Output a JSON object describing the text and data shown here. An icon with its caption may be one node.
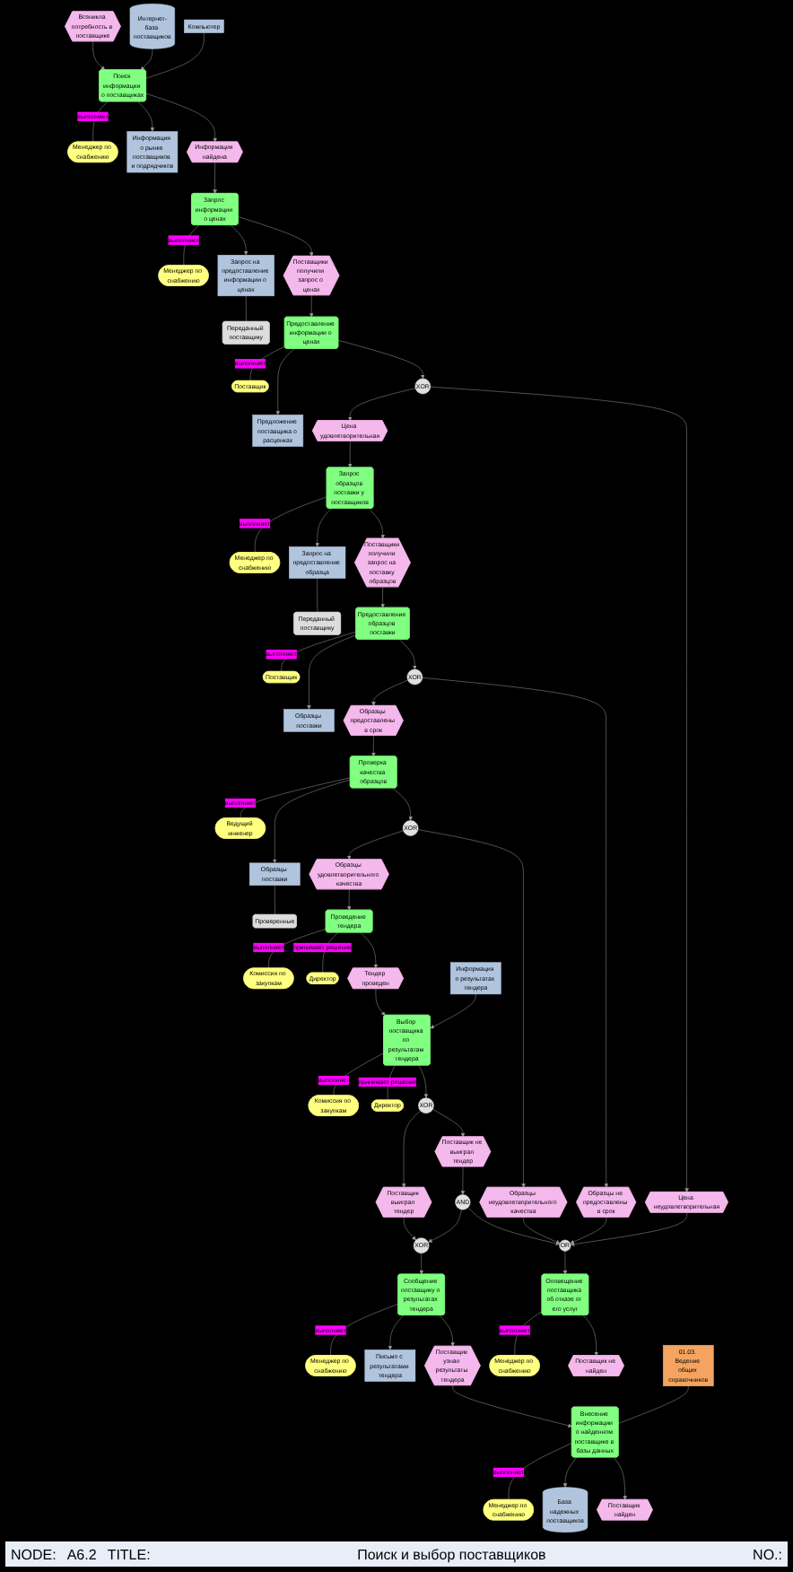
{
  "diagram": {
    "title": "Поиск и выбор поставщиков",
    "nodes": [
      {
        "text": [
          "Возникла потребность в поставщике"
        ]
      },
      {
        "text": [
          "Менеджер по снабжению"
        ]
      },
      {
        "text": [
          "Интернет-база поставщиков"
        ]
      },
      {
        "text": [
          "Поиск информации о поставщиках"
        ]
      },
      {
        "text": [
          "Информация о рынке поставщиков и подрядчиков"
        ]
      },
      {
        "text": [
          "Компьютер"
        ]
      },
      {
        "text": [
          "Информация найдена"
        ]
      },
      {
        "text": [
          "Менеджер по снабжению"
        ]
      },
      {
        "text": [
          "Запрос информации о ценах"
        ]
      },
      {
        "text": [
          "Запрос на предоставление информации о ценах"
        ]
      },
      {
        "text": [
          "Переданный поставщику"
        ]
      },
      {
        "text": [
          "Поставщики получили запрос о ценах"
        ]
      },
      {
        "text": [
          "Поставщик"
        ]
      },
      {
        "text": [
          "Предложение поставщика о расценках"
        ]
      },
      {
        "text": [
          "Предоставление информации о ценах"
        ]
      },
      {
        "text": [
          "XOR"
        ]
      },
      {
        "text": [
          "Цена удовлетворительная"
        ]
      },
      {
        "text": [
          "Цена неудовлетворительная"
        ]
      },
      {
        "text": [
          "Менеджер по снабжению"
        ]
      },
      {
        "text": [
          "Запрос образцов поставки у поставщиков"
        ]
      },
      {
        "text": [
          "Запрос на предоставление образца"
        ]
      },
      {
        "text": [
          "Переданный поставщику"
        ]
      },
      {
        "text": [
          "Поставщики получили запрос на поставку образцов"
        ]
      },
      {
        "text": [
          "Образцы поставки"
        ]
      },
      {
        "text": [
          "Предоставление образцов поставки"
        ]
      },
      {
        "text": [
          "Поставщик"
        ]
      },
      {
        "text": [
          "XOR"
        ]
      },
      {
        "text": [
          "Образцы предоставлены в срок"
        ]
      },
      {
        "text": [
          "Образцы не предоставлены в срок"
        ]
      },
      {
        "text": [
          "Проверенные"
        ]
      },
      {
        "text": [
          "Образцы поставки"
        ]
      },
      {
        "text": [
          "Проверка качества образцов"
        ]
      },
      {
        "text": [
          "Ведущий инженер"
        ]
      },
      {
        "text": [
          "XOR"
        ]
      },
      {
        "text": [
          "Образцы удовлетворительного качества"
        ]
      },
      {
        "text": [
          "Образцы неудовлетворительного качества"
        ]
      },
      {
        "text": [
          "Проведение тендера"
        ]
      },
      {
        "text": [
          "Комиссия по закупкам"
        ]
      },
      {
        "text": [
          "Директор"
        ]
      },
      {
        "text": [
          "Тендер проведен"
        ]
      },
      {
        "text": [
          "Информация о результатах тендера"
        ]
      },
      {
        "text": [
          "Выбор поставщика по результатам тендера"
        ]
      },
      {
        "text": [
          "Комиссия по закупкам"
        ]
      },
      {
        "text": [
          "Директор"
        ]
      },
      {
        "text": [
          "XOR"
        ]
      },
      {
        "text": [
          "Поставщик выиграл тендер"
        ]
      },
      {
        "text": [
          "Поставщик не выиграл тендер"
        ]
      },
      {
        "text": [
          "XOR"
        ]
      },
      {
        "text": [
          "AND"
        ]
      },
      {
        "text": [
          "OR"
        ]
      },
      {
        "text": [
          "Менеджер по снабжению"
        ]
      },
      {
        "text": [
          "Сообщение поставщику о результатах тендера"
        ]
      },
      {
        "text": [
          "Письмо с результатами тендера"
        ]
      },
      {
        "text": [
          "Оповещение поставщика об отказе от его услуг"
        ]
      },
      {
        "text": [
          "Менеджер по снабжению"
        ]
      },
      {
        "text": [
          "Поставщик не найден"
        ]
      },
      {
        "text": [
          "Поставщик узнал результаты тендера"
        ]
      },
      {
        "text": [
          "Менеджер по снабжению"
        ]
      },
      {
        "text": [
          "Внесение информации о найденном поставщике в базы данных"
        ]
      },
      {
        "text": [
          "01.03. Ведение общих справочников"
        ]
      },
      {
        "text": [
          "База надежных поставщиков"
        ]
      },
      {
        "text": [
          "Поставщик найден"
        ]
      }
    ],
    "edges": [
      {
        "from": 0,
        "to": 3,
        "arrow": "to"
      },
      {
        "from": 1,
        "to": 3,
        "arrow": "none",
        "label": "выполняет"
      },
      {
        "from": 2,
        "to": 3,
        "arrow": "to"
      },
      {
        "from": 5,
        "to": 3,
        "arrow": "none"
      },
      {
        "from": 3,
        "to": 4,
        "arrow": "to"
      },
      {
        "from": 3,
        "to": 6,
        "arrow": "to"
      },
      {
        "from": 6,
        "to": 8,
        "arrow": "to"
      },
      {
        "from": 7,
        "to": 8,
        "arrow": "none",
        "label": "выполняет"
      },
      {
        "from": 8,
        "to": 9,
        "arrow": "to"
      },
      {
        "from": 9,
        "to": 10,
        "arrow": "none"
      },
      {
        "from": 8,
        "to": 11,
        "arrow": "to"
      },
      {
        "from": 11,
        "to": 14,
        "arrow": "to"
      },
      {
        "from": 12,
        "to": 14,
        "arrow": "none",
        "label": "выполняет"
      },
      {
        "from": 14,
        "to": 13,
        "arrow": "to"
      },
      {
        "from": 14,
        "to": 15,
        "arrow": "to"
      },
      {
        "from": 15,
        "to": 16,
        "arrow": "to"
      },
      {
        "from": 15,
        "to": 17,
        "arrow": "to"
      },
      {
        "from": 16,
        "to": 19,
        "arrow": "to"
      },
      {
        "from": 18,
        "to": 19,
        "arrow": "none",
        "label": "выполняет"
      },
      {
        "from": 19,
        "to": 20,
        "arrow": "to"
      },
      {
        "from": 20,
        "to": 21,
        "arrow": "none"
      },
      {
        "from": 19,
        "to": 22,
        "arrow": "to"
      },
      {
        "from": 22,
        "to": 24,
        "arrow": "to"
      },
      {
        "from": 25,
        "to": 24,
        "arrow": "none",
        "label": "выполняет"
      },
      {
        "from": 24,
        "to": 23,
        "arrow": "to"
      },
      {
        "from": 24,
        "to": 26,
        "arrow": "to"
      },
      {
        "from": 26,
        "to": 27,
        "arrow": "to"
      },
      {
        "from": 26,
        "to": 28,
        "arrow": "to"
      },
      {
        "from": 27,
        "to": 31,
        "arrow": "to"
      },
      {
        "from": 32,
        "to": 31,
        "arrow": "none",
        "label": "выполняет"
      },
      {
        "from": 31,
        "to": 30,
        "arrow": "to"
      },
      {
        "from": 30,
        "to": 29,
        "arrow": "none"
      },
      {
        "from": 31,
        "to": 33,
        "arrow": "to"
      },
      {
        "from": 33,
        "to": 34,
        "arrow": "to"
      },
      {
        "from": 33,
        "to": 35,
        "arrow": "to"
      },
      {
        "from": 34,
        "to": 36,
        "arrow": "to"
      },
      {
        "from": 37,
        "to": 36,
        "arrow": "none",
        "label": "выполняет"
      },
      {
        "from": 38,
        "to": 36,
        "arrow": "none",
        "label": "принимает решение"
      },
      {
        "from": 36,
        "to": 39,
        "arrow": "to"
      },
      {
        "from": 39,
        "to": 41,
        "arrow": "to"
      },
      {
        "from": 40,
        "to": 41,
        "arrow": "to"
      },
      {
        "from": 42,
        "to": 41,
        "arrow": "none",
        "label": "выполняет"
      },
      {
        "from": 43,
        "to": 41,
        "arrow": "none",
        "label": "принимает решение"
      },
      {
        "from": 41,
        "to": 44,
        "arrow": "to"
      },
      {
        "from": 44,
        "to": 45,
        "arrow": "to"
      },
      {
        "from": 44,
        "to": 46,
        "arrow": "to"
      },
      {
        "from": 45,
        "to": 47,
        "arrow": "to"
      },
      {
        "from": 46,
        "to": 48,
        "arrow": "to"
      },
      {
        "from": 48,
        "to": 47,
        "arrow": "to"
      },
      {
        "from": 48,
        "to": 49,
        "arrow": "to"
      },
      {
        "from": 17,
        "to": 49,
        "arrow": "to"
      },
      {
        "from": 28,
        "to": 49,
        "arrow": "to"
      },
      {
        "from": 35,
        "to": 49,
        "arrow": "to"
      },
      {
        "from": 47,
        "to": 51,
        "arrow": "to"
      },
      {
        "from": 50,
        "to": 51,
        "arrow": "none",
        "label": "выполняет"
      },
      {
        "from": 51,
        "to": 52,
        "arrow": "to"
      },
      {
        "from": 49,
        "to": 53,
        "arrow": "to"
      },
      {
        "from": 54,
        "to": 53,
        "arrow": "none",
        "label": "выполняет"
      },
      {
        "from": 53,
        "to": 55,
        "arrow": "to"
      },
      {
        "from": 51,
        "to": 56,
        "arrow": "to"
      },
      {
        "from": 56,
        "to": 58,
        "arrow": "to"
      },
      {
        "from": 57,
        "to": 58,
        "arrow": "none",
        "label": "выполняет"
      },
      {
        "from": 59,
        "to": 58,
        "arrow": "none"
      },
      {
        "from": 58,
        "to": 60,
        "arrow": "to"
      },
      {
        "from": 58,
        "to": 61,
        "arrow": "to"
      }
    ],
    "labels": [
      "NODE:",
      "A6.2",
      "TITLE:",
      "NO.:"
    ]
  }
}
